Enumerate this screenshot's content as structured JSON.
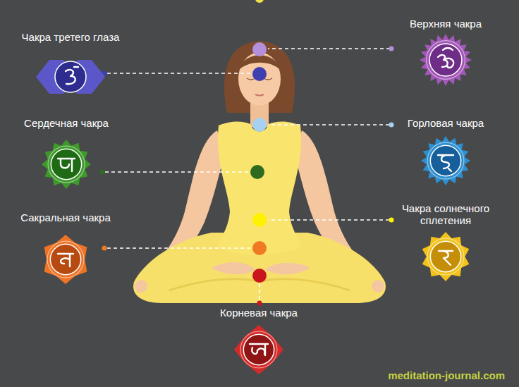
{
  "diagram": {
    "nodes": [
      {
        "text": [
          "Чакра третего глаза"
        ]
      },
      {
        "text": [
          "Верхняя чакра"
        ]
      },
      {
        "text": [
          "Сердечная чакра"
        ]
      },
      {
        "text": [
          "Горловая чакра"
        ]
      },
      {
        "text": [
          "Сакральная чакра"
        ]
      },
      {
        "text": [
          "Чакра солнечного сплетения"
        ]
      },
      {
        "text": [
          "Корневая чакра"
        ]
      }
    ],
    "labels": [
      "meditation-journal.com"
    ]
  }
}
